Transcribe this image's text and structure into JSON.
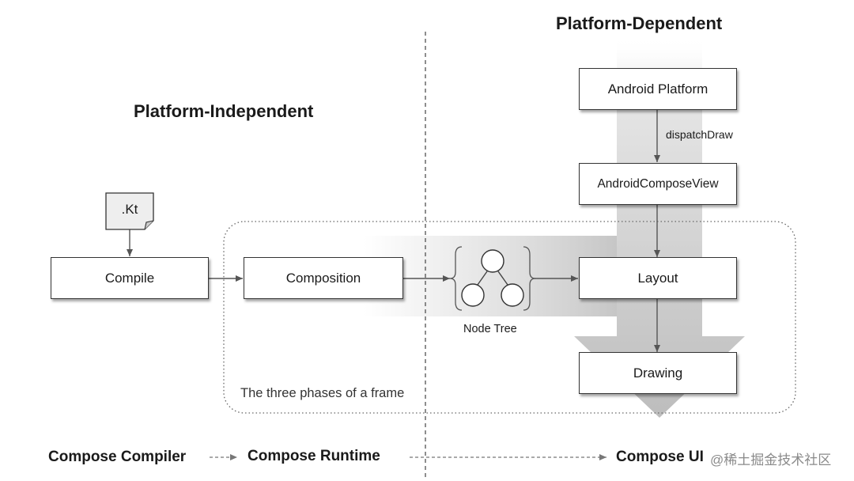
{
  "headings": {
    "independent": "Platform-Independent",
    "dependent": "Platform-Dependent"
  },
  "doc_file": ".Kt",
  "boxes": {
    "compile": "Compile",
    "composition": "Composition",
    "layout": "Layout",
    "drawing": "Drawing",
    "android_platform": "Android Platform",
    "android_compose_view": "AndroidComposeView"
  },
  "labels": {
    "dispatch_draw": "dispatchDraw",
    "node_tree": "Node Tree",
    "frame_phases": "The three phases of a frame"
  },
  "bottom": {
    "compiler": "Compose Compiler",
    "runtime": "Compose Runtime",
    "ui": "Compose UI"
  },
  "watermark": "@稀土掘金技术社区"
}
